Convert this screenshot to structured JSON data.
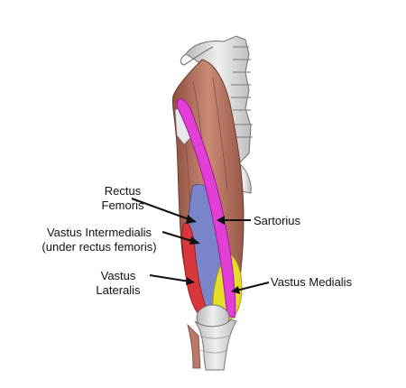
{
  "diagram": {
    "labels": {
      "rectus_femoris": [
        "Rectus",
        "Femoris"
      ],
      "vastus_intermedialis": [
        "Vastus Intermedialis",
        "(under rectus femoris)"
      ],
      "vastus_lateralis": [
        "Vastus",
        "Lateralis"
      ],
      "sartorius": "Sartorius",
      "vastus_medialis": "Vastus Medialis"
    },
    "colors": {
      "rectus_femoris": "#e23fd6",
      "vastus_intermedialis": "#7a84c8",
      "vastus_lateralis": "#d8383b",
      "vastus_medialis": "#e6dc2c",
      "muscle": "#b97a68",
      "bone": "#dcdcdc"
    }
  }
}
